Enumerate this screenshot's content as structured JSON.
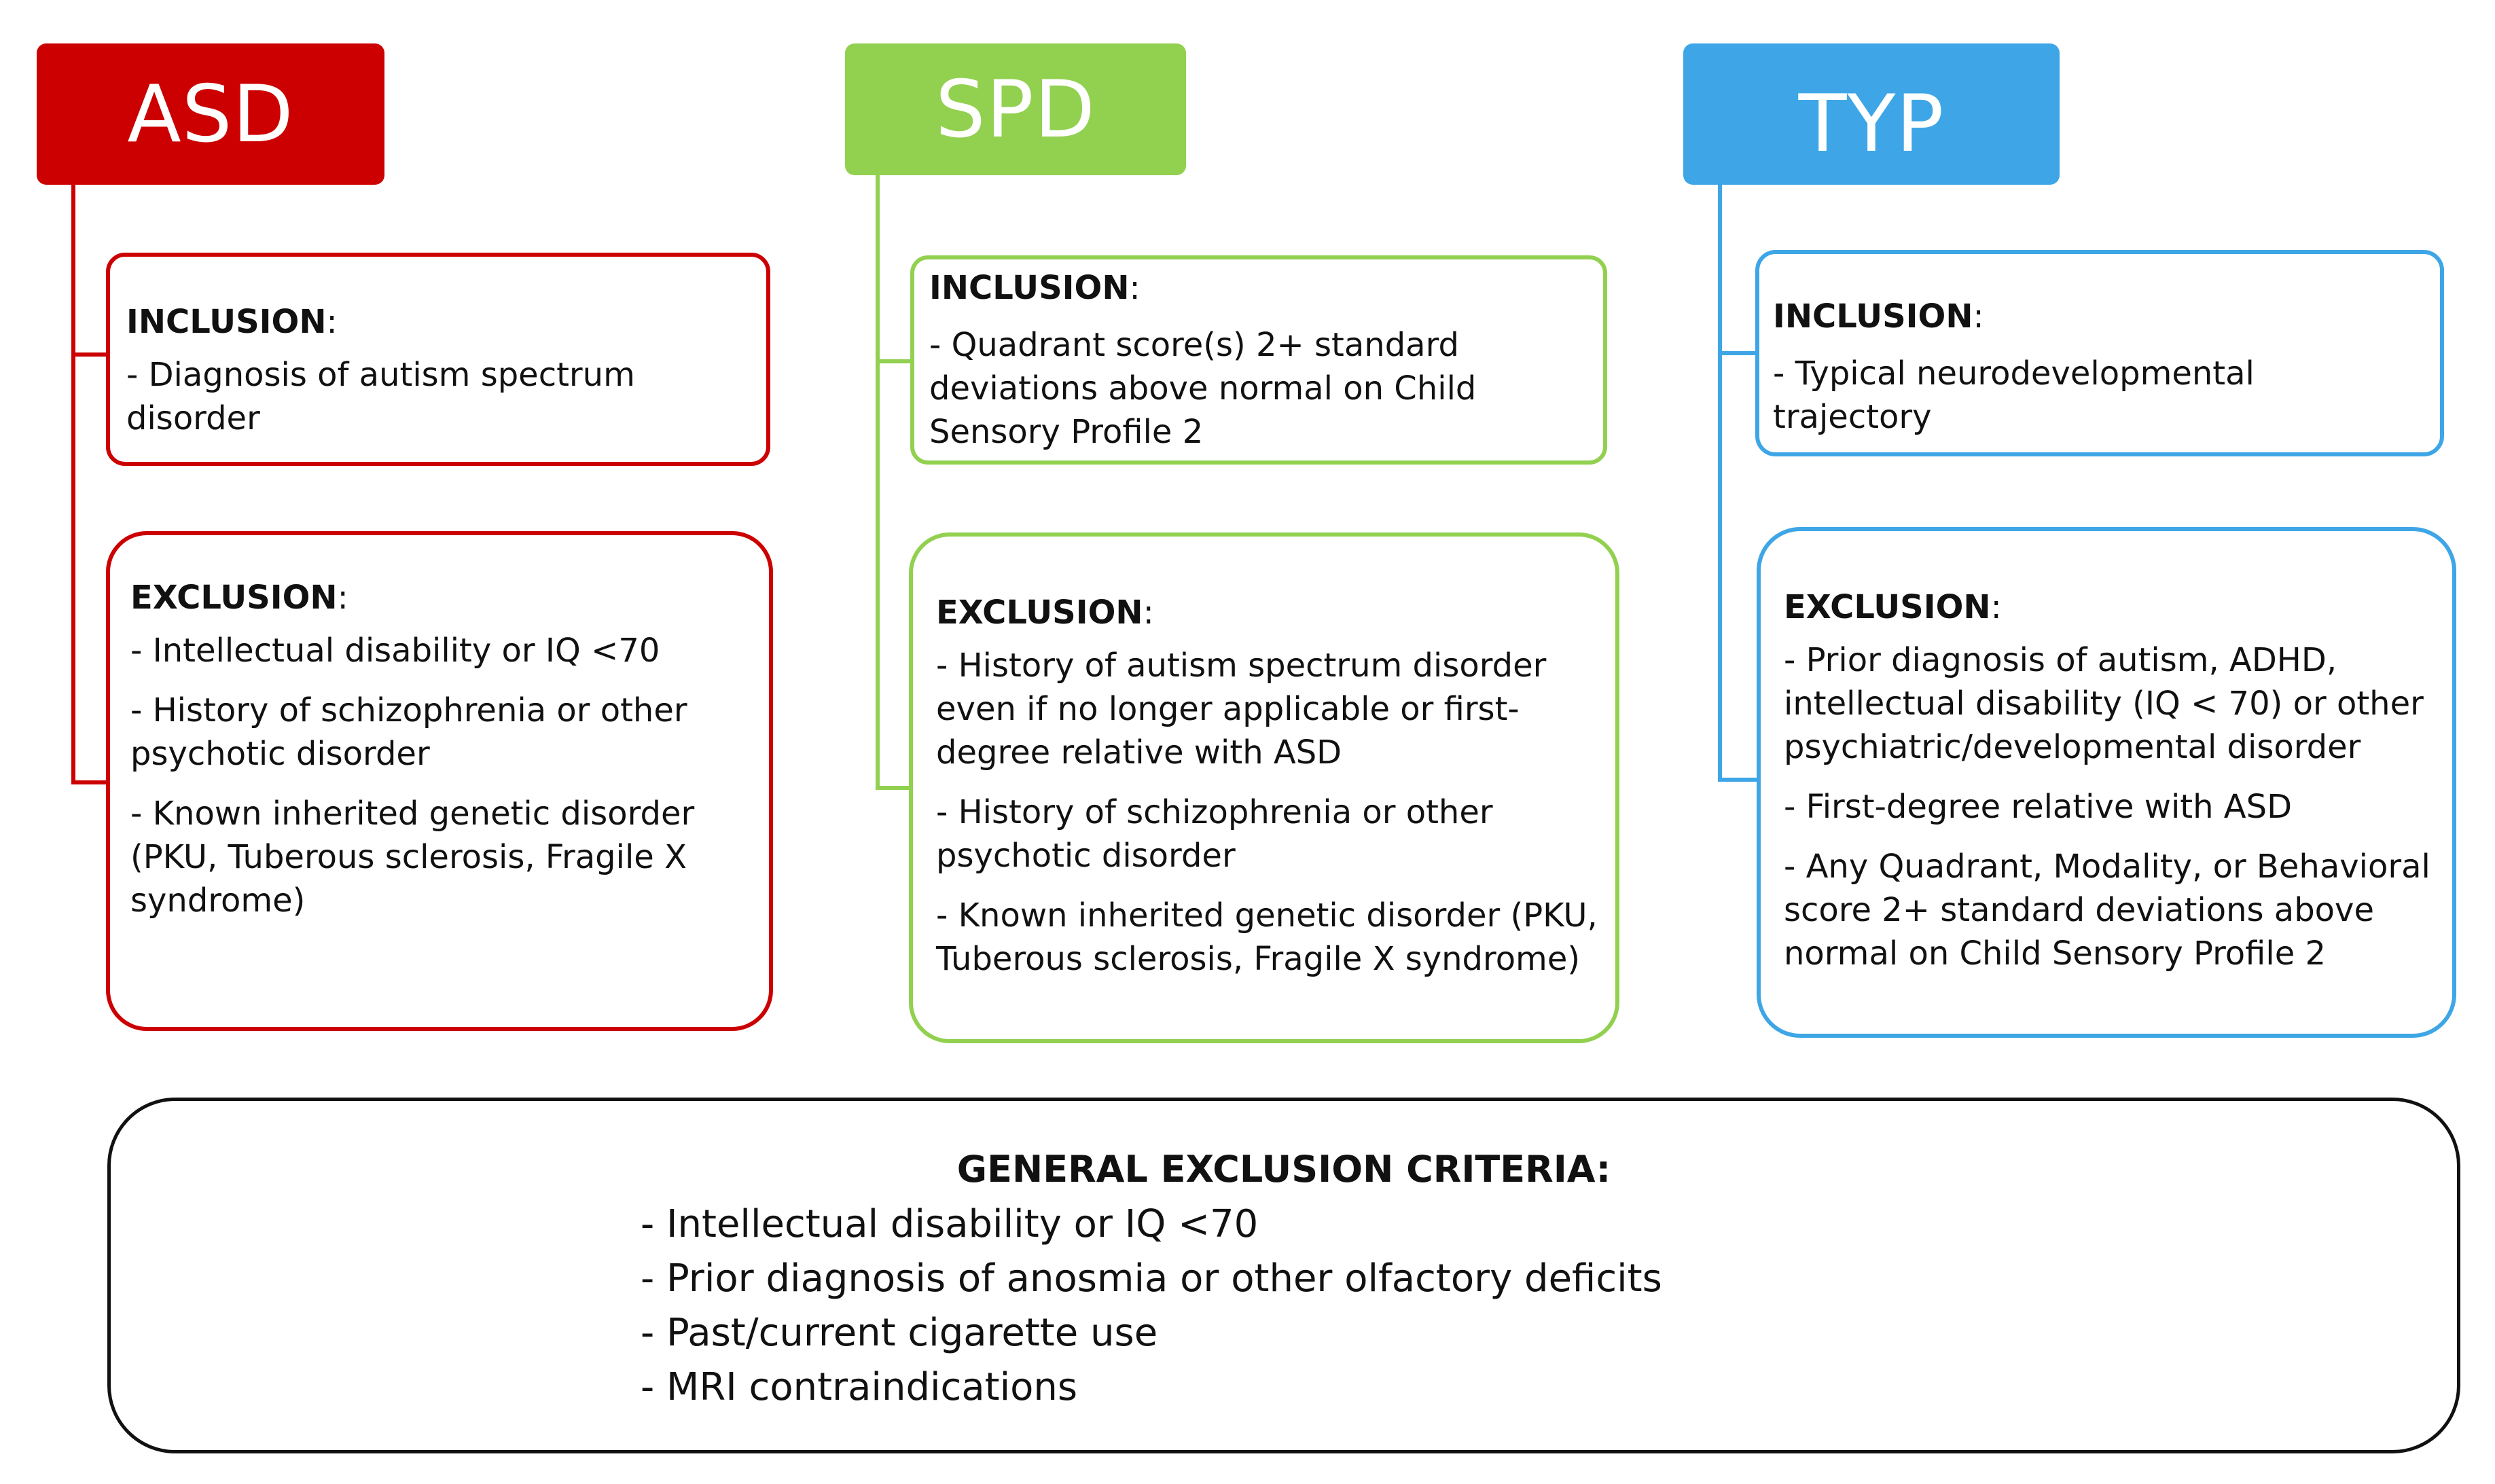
{
  "groups": [
    {
      "id": "asd",
      "label": "ASD",
      "color": "#cc0000",
      "inclusion": {
        "title": "INCLUSION",
        "items": [
          "- Diagnosis of autism spectrum disorder"
        ]
      },
      "exclusion": {
        "title": "EXCLUSION",
        "items": [
          "-  Intellectual disability or IQ <70",
          "- History of schizophrenia or other psychotic disorder",
          "- Known inherited genetic disorder (PKU, Tuberous sclerosis, Fragile X syndrome)"
        ]
      }
    },
    {
      "id": "spd",
      "label": "SPD",
      "color": "#92d050",
      "inclusion": {
        "title": "INCLUSION",
        "items": [
          "- Quadrant score(s) 2+ standard deviations above normal on Child Sensory Profile 2"
        ]
      },
      "exclusion": {
        "title": "EXCLUSION",
        "items": [
          "- History of autism spectrum disorder even if no longer applicable or first-degree relative with ASD",
          "- History of schizophrenia or other psychotic disorder",
          "- Known inherited genetic disorder (PKU, Tuberous sclerosis, Fragile X syndrome)"
        ]
      }
    },
    {
      "id": "typ",
      "label": "TYP",
      "color": "#3ea6e6",
      "inclusion": {
        "title": "INCLUSION",
        "items": [
          "- Typical neurodevelopmental trajectory"
        ]
      },
      "exclusion": {
        "title": "EXCLUSION",
        "items": [
          "- Prior diagnosis of autism, ADHD, intellectual disability (IQ < 70) or other psychiatric/developmental disorder",
          "- First-degree relative with ASD",
          "- Any Quadrant, Modality, or Behavioral score 2+ standard deviations above normal on Child Sensory Profile 2"
        ]
      }
    }
  ],
  "general": {
    "title": "GENERAL EXCLUSION CRITERIA:",
    "items": [
      "- Intellectual disability or IQ <70",
      "- Prior diagnosis of anosmia or other olfactory deficits",
      "- Past/current cigarette use",
      "- MRI contraindications"
    ]
  }
}
